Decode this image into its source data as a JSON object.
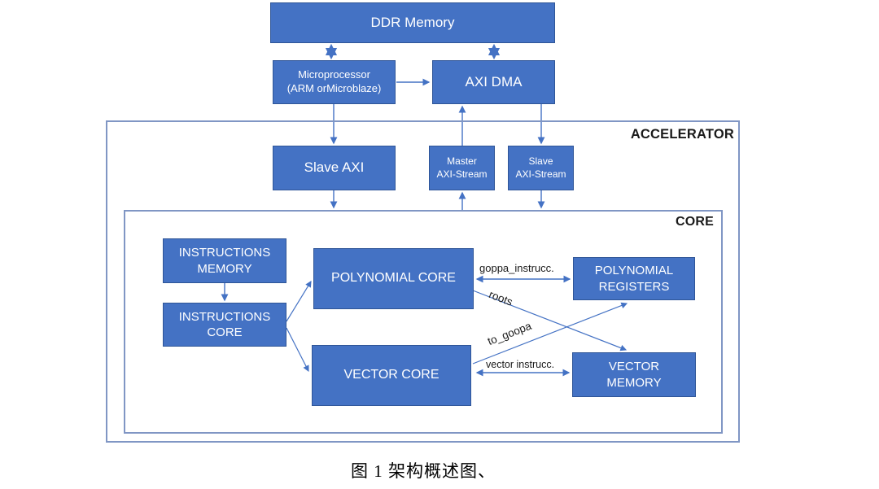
{
  "figure": {
    "caption": "图 1 架构概述图、"
  },
  "diagram": {
    "containers": {
      "accelerator": {
        "label": "ACCELERATOR"
      },
      "core": {
        "label": "CORE"
      }
    },
    "nodes": {
      "ddr_memory": {
        "label": "DDR Memory"
      },
      "microprocessor": {
        "lines": [
          "Microprocessor",
          "(ARM orMicroblaze)"
        ]
      },
      "axi_dma": {
        "label": "AXI DMA"
      },
      "slave_axi": {
        "label": "Slave AXI"
      },
      "master_axi_stream": {
        "lines": [
          "Master",
          "AXI-Stream"
        ]
      },
      "slave_axi_stream": {
        "lines": [
          "Slave",
          "AXI-Stream"
        ]
      },
      "instructions_memory": {
        "lines": [
          "INSTRUCTIONS",
          "MEMORY"
        ]
      },
      "instructions_core": {
        "lines": [
          "INSTRUCTIONS",
          "CORE"
        ]
      },
      "polynomial_core": {
        "label": "POLYNOMIAL CORE"
      },
      "vector_core": {
        "label": "VECTOR CORE"
      },
      "polynomial_registers": {
        "lines": [
          "POLYNOMIAL",
          "REGISTERS"
        ]
      },
      "vector_memory": {
        "lines": [
          "VECTOR",
          "MEMORY"
        ]
      }
    },
    "edge_labels": {
      "goppa_instrucc": "goppa_instrucc.",
      "roots": "roots",
      "to_goopa": "to_goopa",
      "vector_instrucc": "vector instrucc."
    },
    "colors": {
      "node_fill": "#4472C4",
      "node_border": "#2F5597",
      "node_text": "#FFFFFF",
      "connector": "#4472C4",
      "container_border": "#8096C4",
      "label_text": "#1A1A1A"
    }
  }
}
